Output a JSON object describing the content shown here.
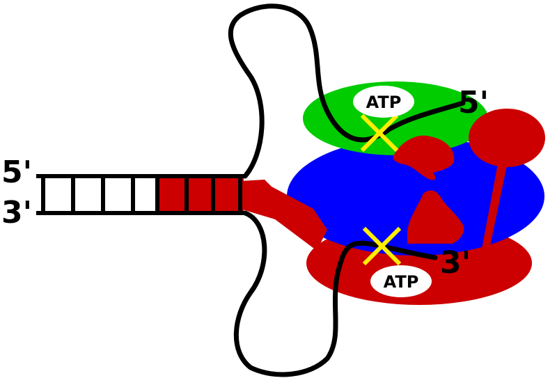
{
  "labels": {
    "duplex_top_end": "5'",
    "duplex_bottom_end": "3'",
    "strand_top_end": "5'",
    "strand_bottom_end": "3'",
    "atp_top": "ATP",
    "atp_bottom": "ATP"
  },
  "colors": {
    "dna": "#000000",
    "green_subunit": "#00cc00",
    "blue_subunit": "#0000ff",
    "red_subunit": "#cc0000",
    "cut_site": "#ffee00",
    "atp_oval": "#ffffff"
  }
}
